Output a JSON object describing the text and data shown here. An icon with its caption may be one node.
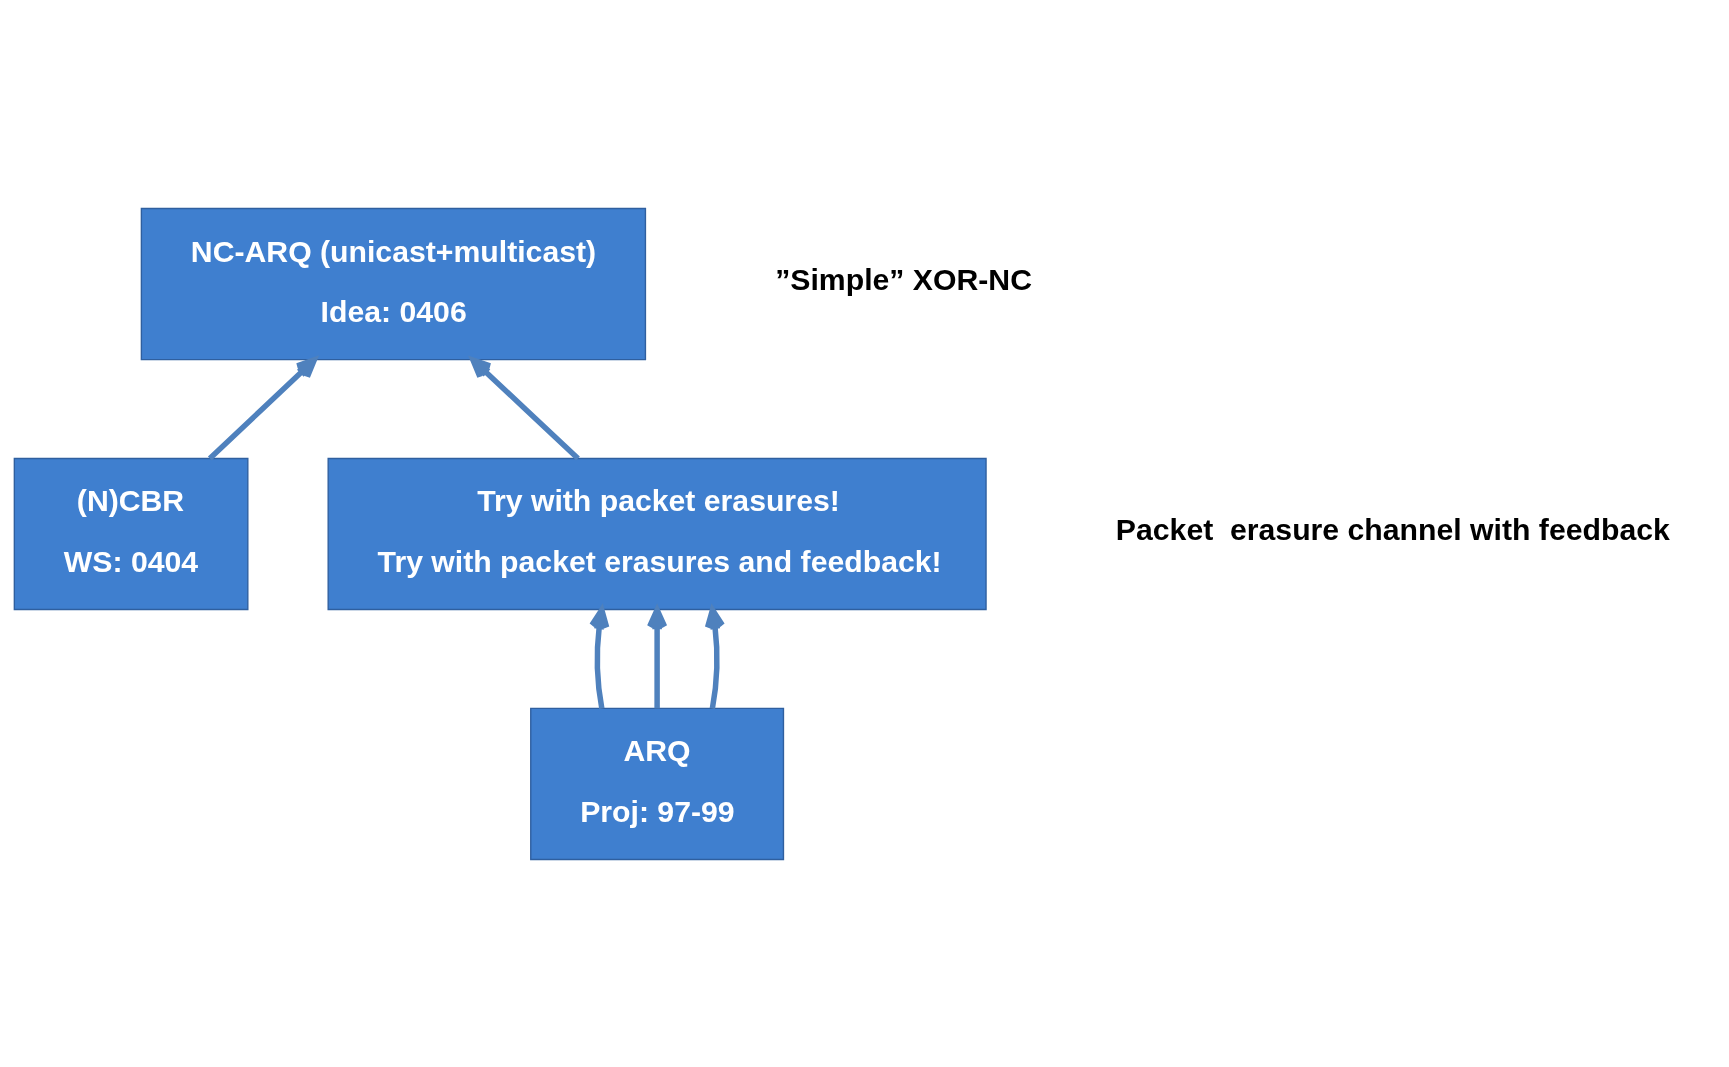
{
  "diagram": {
    "nodes": [
      {
        "text": [
          "(N)CBR",
          "WS: 0404"
        ]
      },
      {
        "text": [
          "NC-ARQ (unicast+multicast)",
          "Idea: 0406"
        ]
      },
      {
        "text": [
          "Try with packet erasures!",
          "Try with packet erasures and feedback!"
        ]
      },
      {
        "text": [
          "ARQ",
          "Proj: 97-99"
        ]
      }
    ],
    "edges": [
      {
        "from": 0,
        "to": 1,
        "arrow": "to"
      },
      {
        "from": 2,
        "to": 1,
        "arrow": "to"
      },
      {
        "from": 3,
        "to": 2,
        "arrow": "to"
      },
      {
        "from": 3,
        "to": 2,
        "arrow": "to"
      },
      {
        "from": 3,
        "to": 2,
        "arrow": "to"
      }
    ],
    "labels": [
      "”Simple” XOR-NC",
      "Packet  erasure channel with feedback"
    ]
  }
}
